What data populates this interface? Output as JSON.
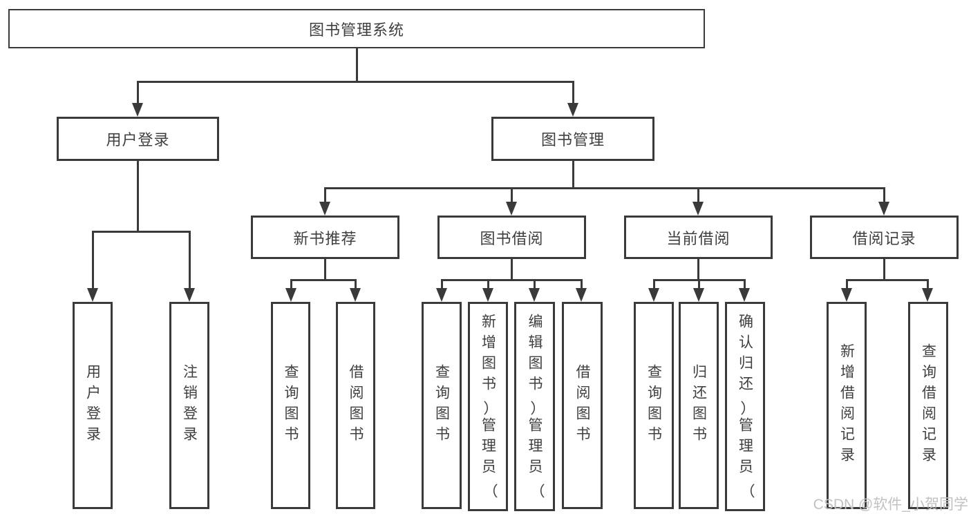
{
  "tree": {
    "label": "图书管理系统",
    "children": [
      {
        "label": "用户登录",
        "children": [
          {
            "label": "用户登录"
          },
          {
            "label": "注销登录"
          }
        ]
      },
      {
        "label": "图书管理",
        "children": [
          {
            "label": "新书推荐",
            "children": [
              {
                "label": "查询图书"
              },
              {
                "label": "借阅图书"
              }
            ]
          },
          {
            "label": "图书借阅",
            "children": [
              {
                "label": "查询图书"
              },
              {
                "label": "新增图书（管理员）"
              },
              {
                "label": "编辑图书（管理员）"
              },
              {
                "label": "借阅图书"
              }
            ]
          },
          {
            "label": "当前借阅",
            "children": [
              {
                "label": "查询图书"
              },
              {
                "label": "归还图书"
              },
              {
                "label": "确认归还（管理员）"
              }
            ]
          },
          {
            "label": "借阅记录",
            "children": [
              {
                "label": "新增借阅记录"
              },
              {
                "label": "查询借阅记录"
              }
            ]
          }
        ]
      }
    ]
  },
  "watermark": {
    "text": "CSDN @软件_小贺同学"
  },
  "style": {
    "line_color": "#3a3a3a",
    "text_color": "#3f3f3f",
    "watermark_color": "#c1c1c1",
    "background": "#ffffff"
  }
}
